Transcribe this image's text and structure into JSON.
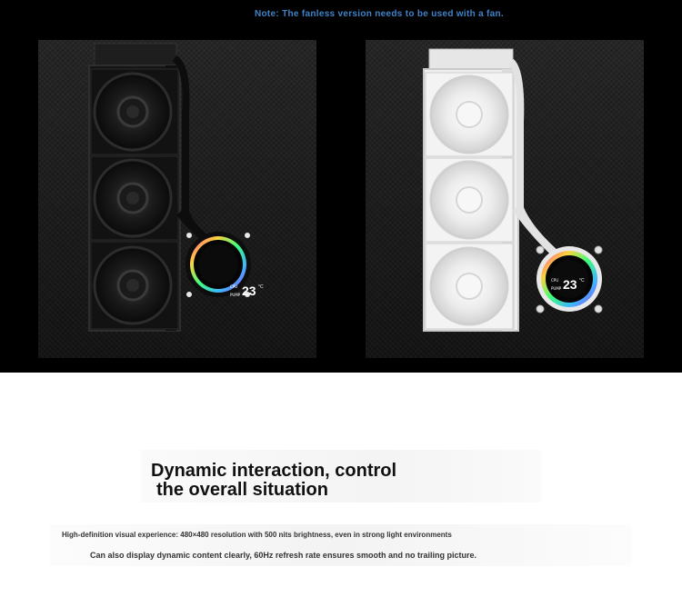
{
  "note": "Note: The fanless version needs to be used with a fan.",
  "display": {
    "cpu_label": "CPU",
    "pump_label": "PUMP",
    "value": "23",
    "unit": "°C"
  },
  "images": [
    {
      "name": "black-edition",
      "finish": "black"
    },
    {
      "name": "white-edition",
      "finish": "white"
    }
  ],
  "heading": {
    "line1": "Dynamic interaction, control",
    "line2": "the overall situation"
  },
  "description": {
    "line1": "High-definition visual experience: 480×480 resolution with 500 nits brightness, even in strong light environments",
    "line2": "Can also display dynamic content clearly, 60Hz refresh rate ensures smooth and no trailing picture."
  },
  "colors": {
    "note": "#3f83c6",
    "banner_bg": "#000000"
  }
}
